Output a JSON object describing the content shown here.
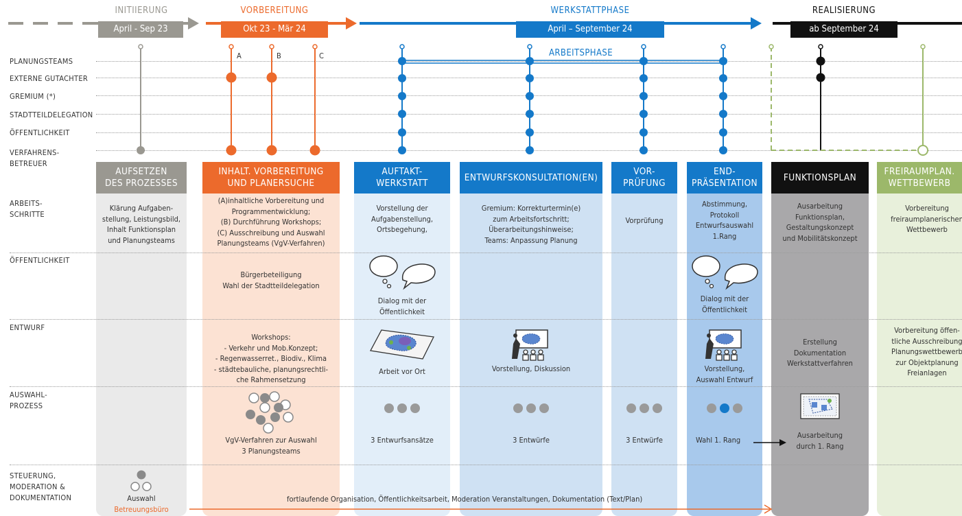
{
  "colors": {
    "grey_phase": "#9a9891",
    "orange": "#ec6a2c",
    "blue": "#1479c9",
    "black": "#111111",
    "green": "#9cb86a",
    "col_grey": "#eaeaea",
    "col_orange": "#fce2d3",
    "col_blue_light": "#e2eef9",
    "col_blue_mid": "#cfe1f3",
    "col_blue_dark": "#a8c9ec",
    "col_dark_grey": "#a9a8aa",
    "col_green": "#e8f0db"
  },
  "phases": [
    {
      "name": "INITIIERUNG",
      "date": "April - Sep 23"
    },
    {
      "name": "VORBEREITUNG",
      "date": "Okt 23 - Mär 24"
    },
    {
      "name": "WERKSTATTPHASE",
      "date": "April – September 24"
    },
    {
      "name": "REALISIERUNG",
      "date": "ab September 24"
    }
  ],
  "rows": {
    "actors": [
      "PLANUNGSTEAMS",
      "EXTERNE GUTACHTER",
      "GREMIUM (*)",
      "STADTTEILDELEGATION",
      "ÖFFENTLICHKEIT",
      "VERFAHRENS-\nBETREUER"
    ],
    "sections": [
      "ARBEITS-\nSCHRITTE",
      "ÖFFENTLICHKEIT",
      "ENTWURF",
      "AUSWAHL-\nPROZESS",
      "STEUERUNG,\nMODERATION &\nDOKUMENTATION"
    ]
  },
  "timeline": {
    "markers": [
      "A",
      "B",
      "C"
    ],
    "arbeitsphase": "ARBEITSPHASE"
  },
  "columns": [
    {
      "title": "AUFSETZEN\nDES PROZESSES",
      "arbeitsschritte": "Klärung Aufgaben-\nstellung, Leistungsbild,\nInhalt Funktionsplan\nund Planungsteams",
      "oeffentlichkeit": "",
      "entwurf": "",
      "auswahl": "",
      "steuerung": "Auswahl",
      "steuerung_highlight": "Betreuungsbüro"
    },
    {
      "title": "INHALT. VORBEREITUNG\nUND PLANERSUCHE",
      "arbeitsschritte": "(A)inhaltliche Vorbereitung und\nProgrammentwicklung;\n(B) Durchführung Workshops;\n(C) Ausschreibung und Auswahl\nPlanungsteams (VgV-Verfahren)",
      "oeffentlichkeit": "Bürgerbeteiligung\nWahl der Stadtteildelegation",
      "entwurf": "Workshops:\n- Verkehr und Mob.Konzept;\n- Regenwasserret., Biodiv., Klima\n- städtebauliche, planungsrechtli-\nche Rahmensetzung",
      "auswahl": "VgV-Verfahren zur Auswahl\n3 Planungsteams"
    },
    {
      "title": "AUFTAKT-\nWERKSTATT",
      "arbeitsschritte": "Vorstellung der\nAufgabenstellung,\nOrtsbegehung,",
      "oeffentlichkeit": "Dialog mit der\nÖffentlichkeit",
      "entwurf": "Arbeit vor Ort",
      "auswahl": "3 Entwurfsansätze"
    },
    {
      "title": "ENTWURFSKONSULTATION(EN)",
      "arbeitsschritte": "Gremium: Korrekturtermin(e)\nzum Arbeitsfortschritt;\nÜberarbeitungshinweise;\nTeams: Anpassung Planung",
      "oeffentlichkeit": "",
      "entwurf": "Vorstellung, Diskussion",
      "auswahl": "3 Entwürfe"
    },
    {
      "title": "VOR-\nPRÜFUNG",
      "arbeitsschritte": "Vorprüfung",
      "oeffentlichkeit": "",
      "entwurf": "",
      "auswahl": "3 Entwürfe"
    },
    {
      "title": "END-\nPRÄSENTATION",
      "arbeitsschritte": "Abstimmung,\nProtokoll\nEntwurfsauswahl\n1.Rang",
      "oeffentlichkeit": "Dialog mit der\nÖffentlichkeit",
      "entwurf": "Vorstellung,\nAuswahl Entwurf",
      "auswahl": "Wahl 1. Rang"
    },
    {
      "title": "FUNKTIONSPLAN",
      "arbeitsschritte": "Ausarbeitung\nFunktionsplan,\nGestaltungskonzept\nund Mobilitätskonzept",
      "oeffentlichkeit": "",
      "entwurf": "Erstellung\nDokumentation\nWerkstattverfahren",
      "auswahl": "Ausarbeitung\ndurch 1. Rang"
    },
    {
      "title": "FREIRAUMPLAN.\nWETTBEWERB",
      "arbeitsschritte": "Vorbereitung\nfreiraumplanerischen\nWettbewerb",
      "oeffentlichkeit": "",
      "entwurf": "Vorbereitung öffen-\ntliche Ausschreibung\nPlanungswettbewerb\nzur Objektplanung\nFreianlagen",
      "auswahl": ""
    }
  ],
  "bottom_line": "fortlaufende Organisation, Öffentlichkeitsarbeit, Moderation Veranstaltungen, Dokumentation (Text/Plan)",
  "icons": [
    "speech-bubbles-icon",
    "site-map-icon",
    "presentation-icon",
    "plan-document-icon"
  ]
}
